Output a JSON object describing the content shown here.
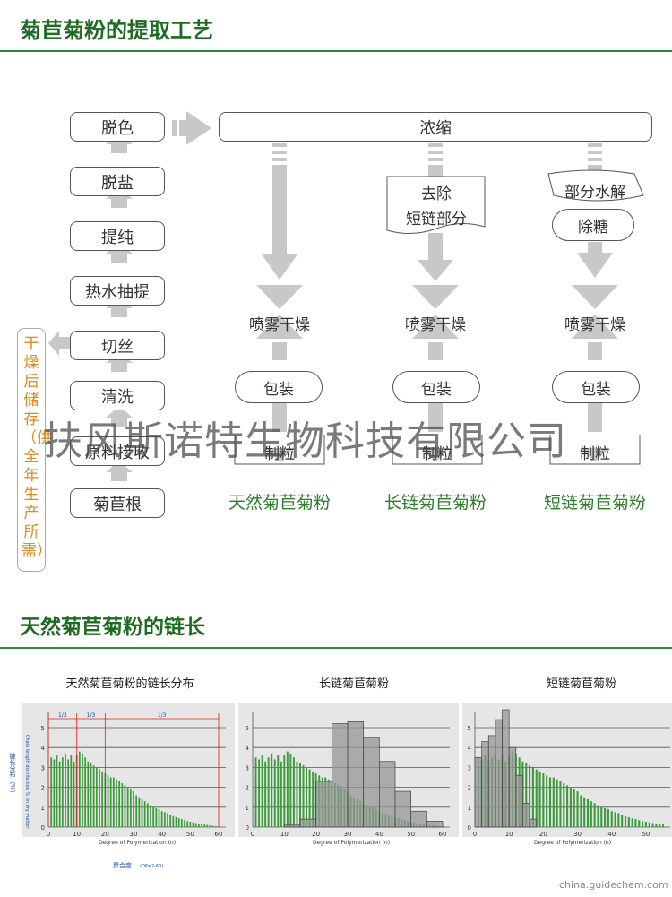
{
  "header": {
    "title": "菊苣菊粉的提取工艺"
  },
  "process": {
    "left_steps": [
      "脱色",
      "脱盐",
      "提纯",
      "热水抽提",
      "切丝",
      "清洗",
      "原料接收",
      "菊苣根"
    ],
    "concentrate": "浓缩",
    "col2_step": [
      "去除",
      "短链部分"
    ],
    "col3_steps": [
      "部分水解",
      "除糖"
    ],
    "spray_dry": "喷雾干燥",
    "package": "包装",
    "granulate": "制粒",
    "products": [
      "天然菊苣菊粉",
      "长链菊苣菊粉",
      "短链菊苣菊粉"
    ],
    "storage_note": "干燥后储存（供全年生产所需）"
  },
  "watermark": "扶风斯诺特生物科技有限公司",
  "section2": {
    "title": "天然菊苣菊粉的链长"
  },
  "chart_data": [
    {
      "type": "bar",
      "title": "天然菊苣菊粉的链长分布",
      "xlabel": "Degree of Polymerization (n)",
      "ylabel": "Chain length distribution % on dry matter",
      "ylabel_cn": "链长分布（%）",
      "xlabel_cn": "聚合度",
      "xlabel_note": "(DP=2-60)",
      "xlim": [
        0,
        60
      ],
      "ylim": [
        0,
        5
      ],
      "x_ticks": [
        0,
        10,
        20,
        30,
        40,
        50,
        60
      ],
      "y_ticks": [
        0,
        1,
        2,
        3,
        4,
        5
      ],
      "thirds_labels": [
        "1/3",
        "1/3",
        "1/3"
      ],
      "thirds_bounds": [
        0,
        10,
        20,
        60
      ],
      "series": [
        {
          "color": "#3d9a3d",
          "x": [
            1,
            2,
            3,
            4,
            5,
            6,
            7,
            8,
            9,
            10,
            11,
            12,
            13,
            14,
            15,
            16,
            17,
            18,
            19,
            20,
            21,
            22,
            23,
            24,
            25,
            26,
            27,
            28,
            29,
            30,
            31,
            32,
            33,
            34,
            35,
            36,
            37,
            38,
            39,
            40,
            41,
            42,
            43,
            44,
            45,
            46,
            47,
            48,
            49,
            50,
            51,
            52,
            53,
            54,
            55,
            56,
            57,
            58,
            59,
            60
          ],
          "values": [
            3.5,
            3.4,
            3.6,
            3.3,
            3.5,
            3.7,
            3.4,
            3.6,
            3.3,
            3.6,
            3.8,
            3.7,
            3.5,
            3.3,
            3.2,
            3.1,
            3.0,
            2.9,
            2.8,
            2.7,
            2.6,
            2.5,
            2.5,
            2.4,
            2.3,
            2.2,
            2.1,
            2.0,
            1.9,
            1.8,
            1.6,
            1.5,
            1.4,
            1.3,
            1.2,
            1.1,
            1.0,
            0.95,
            0.9,
            0.8,
            0.75,
            0.7,
            0.62,
            0.55,
            0.5,
            0.45,
            0.4,
            0.35,
            0.3,
            0.27,
            0.24,
            0.2,
            0.18,
            0.15,
            0.13,
            0.11,
            0.09,
            0.07,
            0.05,
            0.04
          ]
        }
      ]
    },
    {
      "type": "bar",
      "title": "长链菊苣菊粉",
      "xlabel": "Degree of Polymerization (n)",
      "xlim": [
        0,
        60
      ],
      "ylim": [
        0,
        5
      ],
      "x_ticks": [
        0,
        10,
        20,
        30,
        40,
        50,
        60
      ],
      "y_ticks": [
        0,
        1,
        2,
        3,
        4,
        5
      ],
      "series": [
        {
          "color": "#3d9a3d",
          "x": [
            1,
            2,
            3,
            4,
            5,
            6,
            7,
            8,
            9,
            10,
            11,
            12,
            13,
            14,
            15,
            16,
            17,
            18,
            19,
            20,
            21,
            22,
            23,
            24,
            25,
            26,
            27,
            28,
            29,
            30,
            31,
            32,
            33,
            34,
            35,
            36,
            37,
            38,
            39,
            40,
            41,
            42,
            43,
            44,
            45,
            46,
            47,
            48,
            49,
            50,
            51,
            52,
            53,
            54,
            55,
            56,
            57,
            58,
            59,
            60
          ],
          "values": [
            3.5,
            3.4,
            3.6,
            3.3,
            3.5,
            3.7,
            3.4,
            3.6,
            3.3,
            3.6,
            3.8,
            3.7,
            3.5,
            3.3,
            3.2,
            3.1,
            3.0,
            2.9,
            2.8,
            2.7,
            2.6,
            2.5,
            2.5,
            2.4,
            2.3,
            2.2,
            2.1,
            2.0,
            1.9,
            1.8,
            1.6,
            1.5,
            1.4,
            1.3,
            1.2,
            1.1,
            1.0,
            0.95,
            0.9,
            0.8,
            0.75,
            0.7,
            0.62,
            0.55,
            0.5,
            0.45,
            0.4,
            0.35,
            0.3,
            0.27,
            0.24,
            0.2,
            0.18,
            0.15,
            0.13,
            0.11,
            0.09,
            0.07,
            0.05,
            0.04
          ]
        },
        {
          "color": "#999999",
          "x": [
            12.5,
            17.5,
            22.5,
            27.5,
            32.5,
            37.5,
            42.5,
            47.5,
            52.5,
            57.5
          ],
          "values": [
            0.1,
            0.4,
            2.3,
            5.2,
            5.3,
            4.5,
            3.3,
            1.8,
            0.8,
            0.3
          ]
        }
      ]
    },
    {
      "type": "bar",
      "title": "短链菊苣菊粉",
      "xlabel": "Degree of Polymerization (n)",
      "xlim": [
        0,
        55
      ],
      "ylim": [
        0,
        5
      ],
      "x_ticks": [
        0,
        10,
        20,
        30,
        40,
        50
      ],
      "y_ticks": [
        0,
        1,
        2,
        3,
        4,
        5
      ],
      "series": [
        {
          "color": "#3d9a3d",
          "x": [
            1,
            2,
            3,
            4,
            5,
            6,
            7,
            8,
            9,
            10,
            11,
            12,
            13,
            14,
            15,
            16,
            17,
            18,
            19,
            20,
            21,
            22,
            23,
            24,
            25,
            26,
            27,
            28,
            29,
            30,
            31,
            32,
            33,
            34,
            35,
            36,
            37,
            38,
            39,
            40,
            41,
            42,
            43,
            44,
            45,
            46,
            47,
            48,
            49,
            50,
            51,
            52,
            53,
            54,
            55
          ],
          "values": [
            3.5,
            3.4,
            3.6,
            3.3,
            3.5,
            3.7,
            3.4,
            3.6,
            3.3,
            3.6,
            3.8,
            3.7,
            3.5,
            3.3,
            3.2,
            3.1,
            3.0,
            2.9,
            2.8,
            2.7,
            2.6,
            2.5,
            2.5,
            2.4,
            2.3,
            2.2,
            2.1,
            2.0,
            1.9,
            1.8,
            1.6,
            1.5,
            1.4,
            1.3,
            1.2,
            1.1,
            1.0,
            0.95,
            0.9,
            0.8,
            0.75,
            0.7,
            0.62,
            0.55,
            0.5,
            0.45,
            0.4,
            0.35,
            0.3,
            0.27,
            0.24,
            0.2,
            0.18,
            0.15,
            0.13
          ]
        },
        {
          "color": "#999999",
          "x": [
            1,
            3,
            5,
            7,
            9,
            11,
            13,
            15,
            17
          ],
          "values": [
            3.5,
            4.3,
            4.6,
            5.4,
            5.9,
            4.0,
            2.6,
            1.2,
            0.4
          ]
        }
      ]
    }
  ],
  "credit": "china.guidechem.com"
}
